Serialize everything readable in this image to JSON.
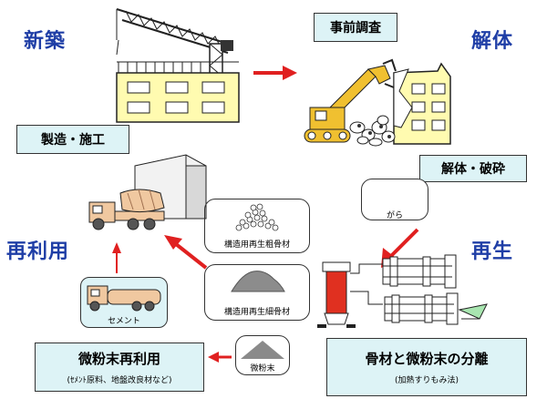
{
  "stages": {
    "new_construction": "新築",
    "demolition": "解体",
    "reuse": "再利用",
    "recycle": "再生"
  },
  "steps": {
    "preliminary_survey": "事前調査",
    "manufacture_construction": "製造・施工",
    "demolition_crushing": "解体・破砕",
    "separation_title": "骨材と微粉末の分離",
    "separation_note": "(加熱すりもみ法)",
    "fine_powder_reuse_title": "微粉末再利用",
    "fine_powder_reuse_note": "(ｾﾒﾝﾄ原料、地盤改良材など)"
  },
  "materials": {
    "rubble": "がら",
    "coarse_aggregate": "構造用再生粗骨材",
    "fine_aggregate": "構造用再生細骨材",
    "fine_powder": "微粉末",
    "cement": "セメント"
  },
  "colors": {
    "stage_label": "#1f3ea6",
    "arrow": "#e02020",
    "building": "#fffbb0",
    "excavator": "#f0c030",
    "cyan_box": "#ddf3f6",
    "kiln_red": "#e03020"
  }
}
